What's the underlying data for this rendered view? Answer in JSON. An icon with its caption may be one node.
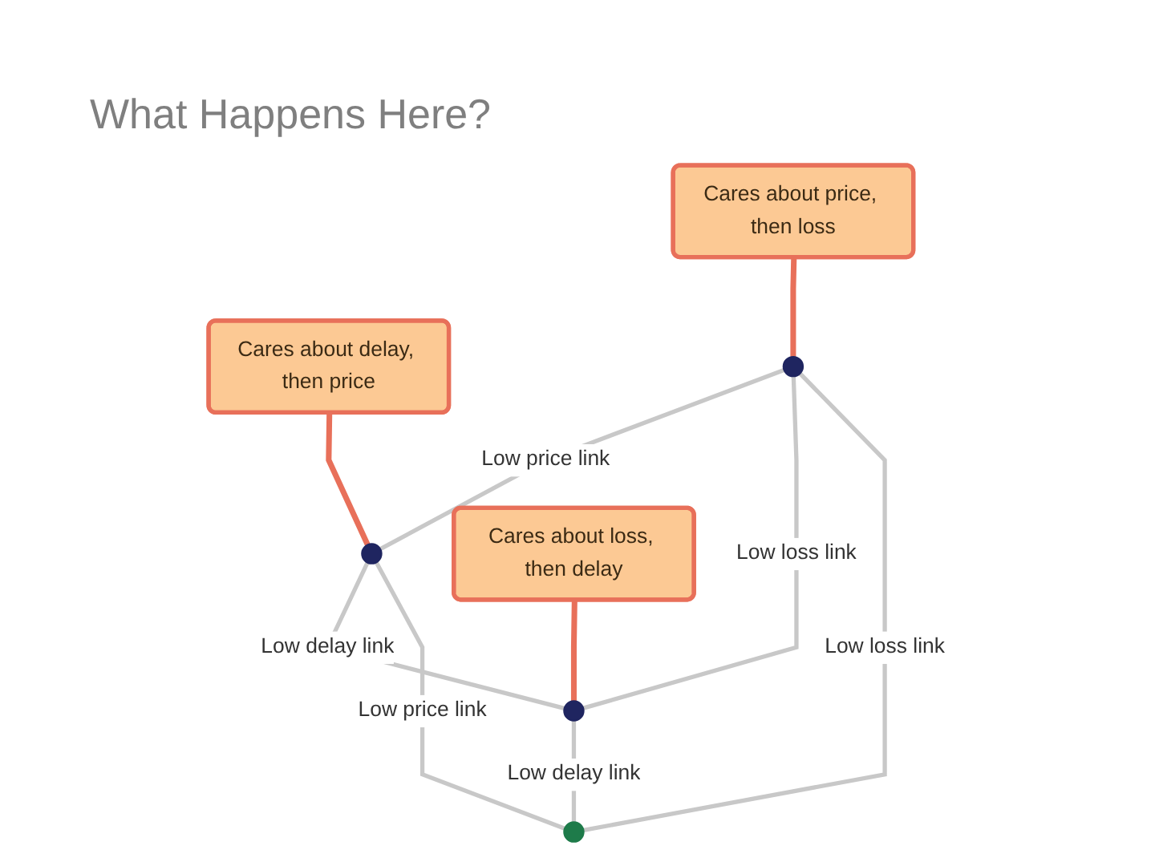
{
  "diagram": {
    "title": "What Happens Here?",
    "nodes": [
      {
        "text": [
          "Cares about price, then loss"
        ]
      },
      {
        "text": [
          "Cares about delay, then price"
        ]
      },
      {
        "text": [],
        "shape": "circle"
      },
      {
        "text": [],
        "shape": "circle"
      },
      {
        "text": [
          "Cares about loss, then delay"
        ]
      },
      {
        "text": [],
        "shape": "circle"
      },
      {
        "text": [],
        "shape": "circle"
      }
    ],
    "edges": [
      {
        "from": 2,
        "to": 3,
        "arrow": "none",
        "label": "Low price link"
      },
      {
        "from": 2,
        "to": 5,
        "arrow": "none",
        "label": "Low loss link"
      },
      {
        "from": 3,
        "to": 5,
        "arrow": "none",
        "label": "Low delay link"
      },
      {
        "from": 5,
        "to": 6,
        "arrow": "none",
        "label": "Low delay link"
      },
      {
        "from": 2,
        "to": 6,
        "arrow": "none",
        "label": "Low loss link"
      },
      {
        "from": 3,
        "to": 6,
        "arrow": "none",
        "label": "Low price link"
      },
      {
        "from": 0,
        "to": 2,
        "arrow": "none",
        "color": "#e8705a"
      },
      {
        "from": 1,
        "to": 3,
        "arrow": "none",
        "color": "#e8705a"
      },
      {
        "from": 4,
        "to": 5,
        "arrow": "none",
        "color": "#e8705a"
      }
    ]
  }
}
